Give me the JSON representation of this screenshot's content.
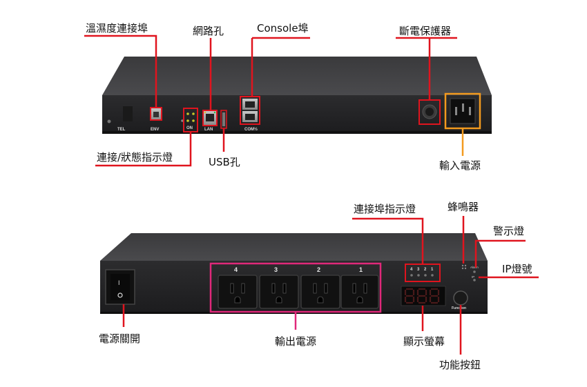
{
  "colors": {
    "callout_red": "#e0141e",
    "power_input_orange": "#f39a1e",
    "outlet_magenta": "#e0287a"
  },
  "rear_panel": {
    "port_labels": {
      "tel": "TEL",
      "env": "ENV",
      "on": "ON",
      "lan": "LAN",
      "com": "COM½"
    },
    "callouts": {
      "env_port": "溫濕度連接埠",
      "network_port": "網路孔",
      "console_port": "Console埠",
      "circuit_breaker": "斷電保護器",
      "status_led": "連接/狀態指示燈",
      "usb_port": "USB孔",
      "power_input": "輸入電源"
    }
  },
  "front_panel": {
    "outlet_numbers": [
      "4",
      "3",
      "2",
      "1"
    ],
    "port_led_numbers": [
      "4",
      "3",
      "2",
      "1"
    ],
    "small_labels": {
      "alarm": "Alarm",
      "ip": "IP",
      "function": "Function"
    },
    "callouts": {
      "port_indicator": "連接埠指示燈",
      "buzzer": "蜂鳴器",
      "alarm_light": "警示燈",
      "ip_light": "IP燈號",
      "power_switch": "電源關開",
      "output_power": "輸出電源",
      "display": "顯示螢幕",
      "function_button": "功能按鈕"
    }
  }
}
